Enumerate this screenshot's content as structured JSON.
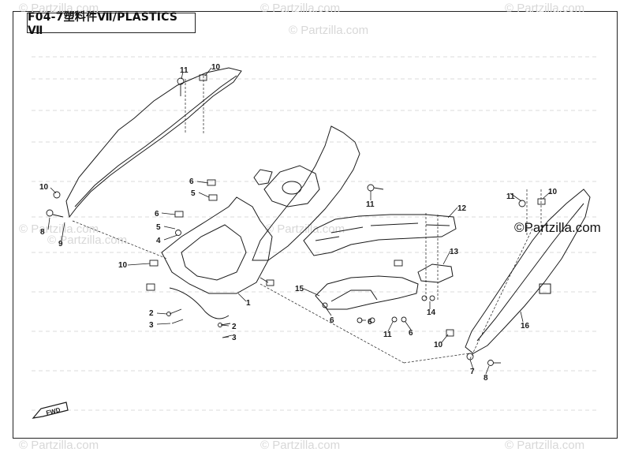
{
  "title": "F04-7塑料件Ⅶ/PLASTICS Ⅶ",
  "watermark": "© Partzilla.com",
  "brand": "©Partzilla.com",
  "fwd_label": "FWD",
  "callouts": [
    "11",
    "10",
    "10",
    "8",
    "9",
    "6",
    "5",
    "6",
    "5",
    "4",
    "10",
    "2",
    "3",
    "2",
    "3",
    "1",
    "11",
    "12",
    "15",
    "13",
    "6",
    "6",
    "11",
    "6",
    "14",
    "11",
    "10",
    "16",
    "10",
    "7",
    "8"
  ],
  "colors": {
    "ink": "#1a1a1a",
    "watermark": "#d8d8d8"
  }
}
